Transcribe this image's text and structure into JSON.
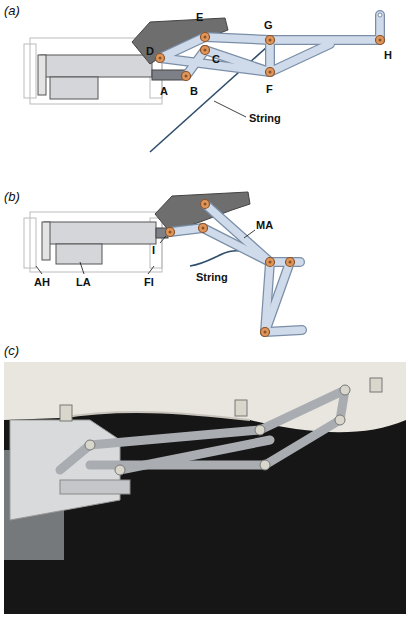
{
  "diagram": {
    "labels": [
      "(a)",
      "D",
      "E",
      "C",
      "B",
      "A",
      "G",
      "F",
      "H",
      "String",
      "(b)",
      "I",
      "MA",
      "AH",
      "LA",
      "FI",
      "String",
      "(c)"
    ]
  }
}
